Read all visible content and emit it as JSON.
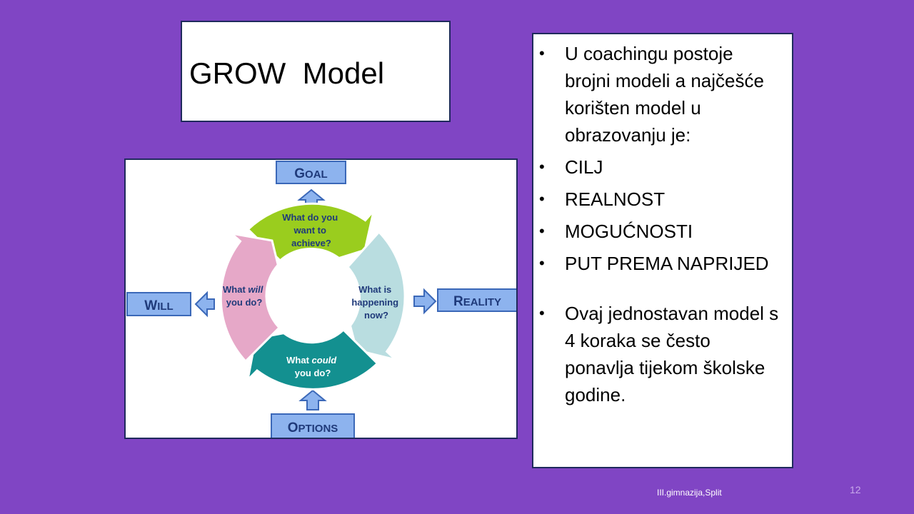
{
  "slide": {
    "title": "GROW  Model",
    "footer": "III.gimnazija,Split",
    "page_number": "12"
  },
  "diagram": {
    "goal": {
      "first": "G",
      "rest": "OAL",
      "question": [
        "What do you",
        "want to",
        "achieve?"
      ]
    },
    "reality": {
      "first": "R",
      "rest": "EALITY",
      "question": [
        "What is",
        "happening",
        "now?"
      ]
    },
    "options": {
      "first": "O",
      "rest": "PTIONS",
      "question_pre": "What ",
      "question_em": "could",
      "question_line2": "you do?"
    },
    "will": {
      "first": "W",
      "rest": "ILL",
      "question_pre": "What ",
      "question_em": "will",
      "question_line2": "you do?"
    },
    "colors": {
      "goal": "#9acd1e",
      "reality": "#b9dde0",
      "options": "#139090",
      "will": "#e6a8c8",
      "label_box": "#8db3ee",
      "arrow": "#3b68b8"
    }
  },
  "bullets": {
    "intro": "U coachingu postoje brojni modeli a najčešće korišten model  u obrazovanju je:",
    "items": [
      "CILJ",
      "REALNOST",
      "MOGUĆNOSTI",
      "PUT PREMA NAPRIJED"
    ],
    "outro": "Ovaj jednostavan model s 4 koraka se često ponavlja tijekom školske godine."
  }
}
